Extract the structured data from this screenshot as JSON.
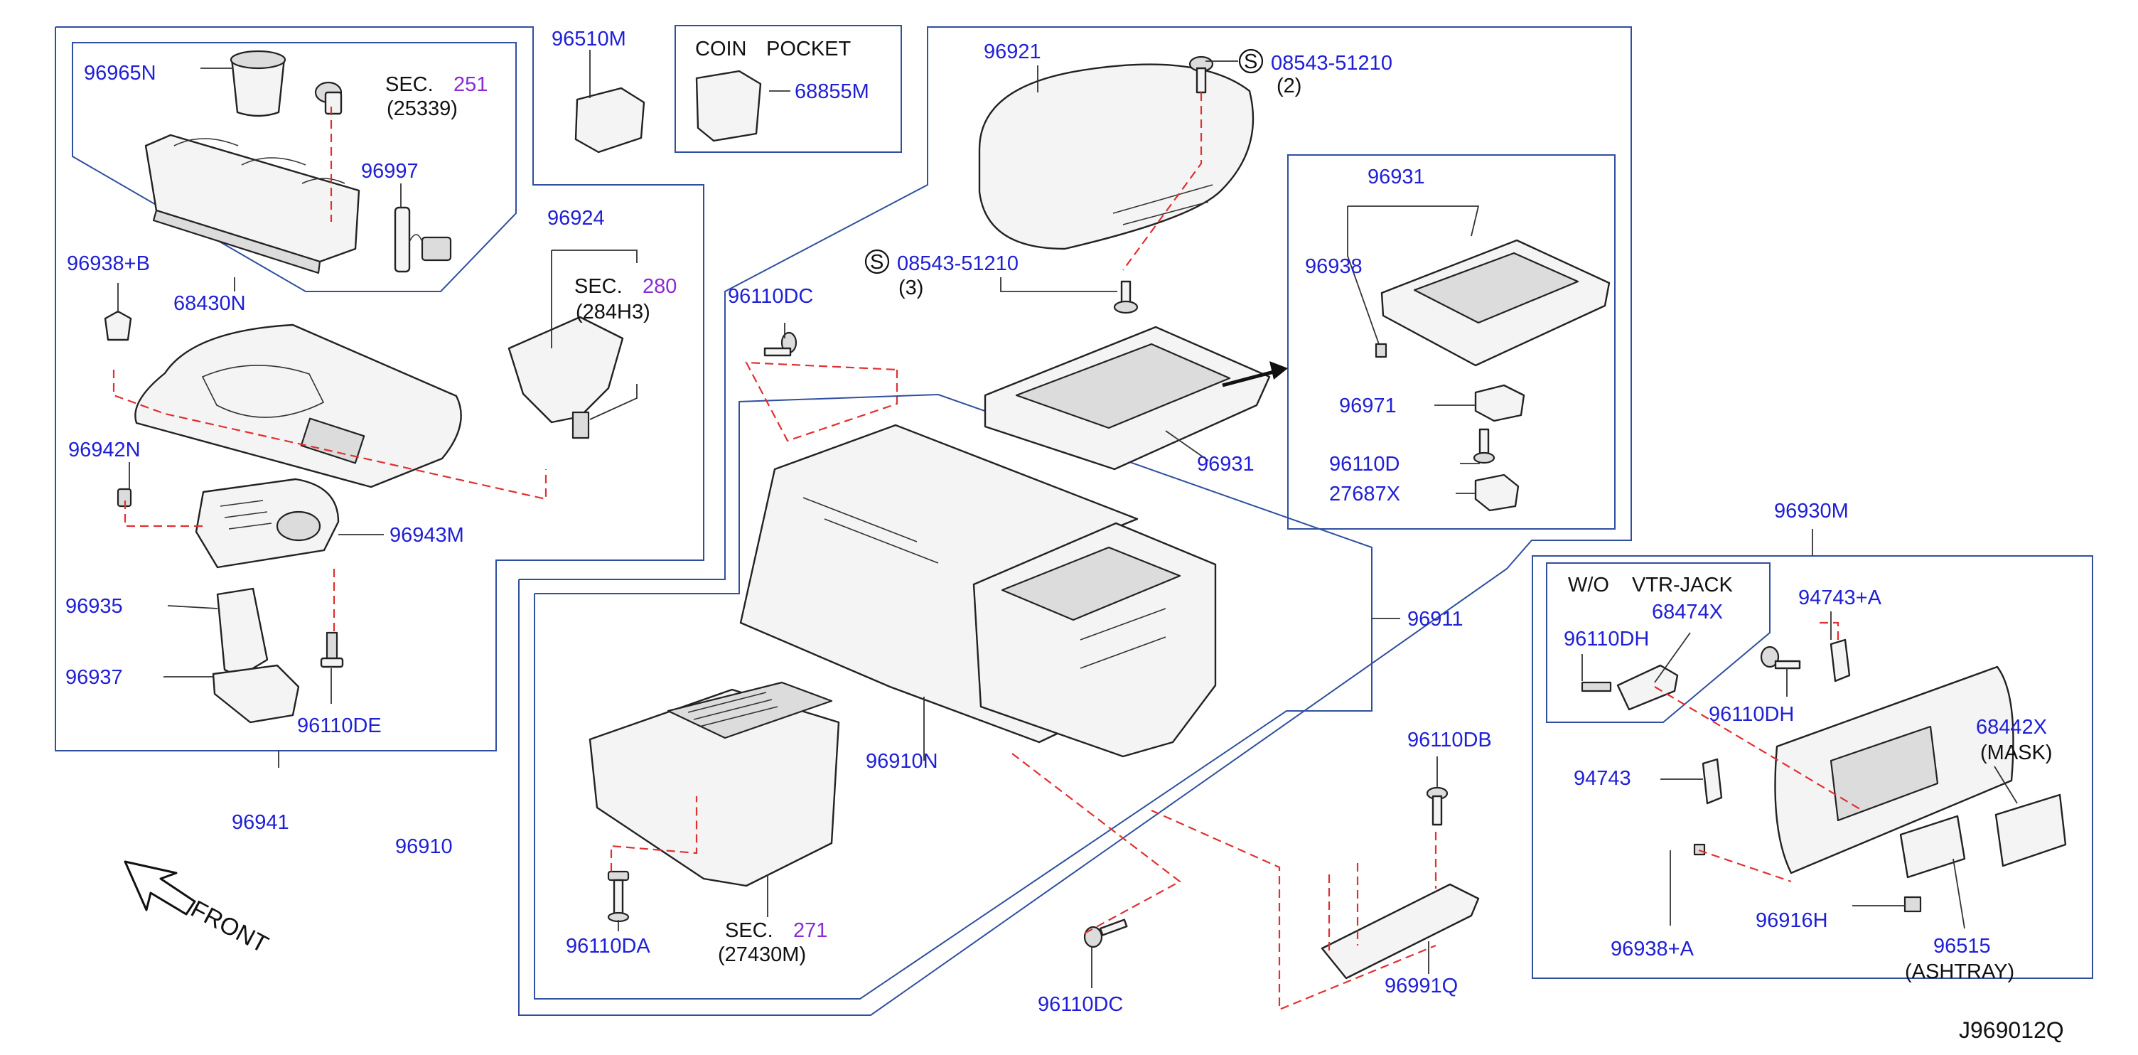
{
  "labels": {
    "p96965N": "96965N",
    "p68430N": "68430N",
    "p96997": "96997",
    "p96938B": "96938+B",
    "p96942N": "96942N",
    "p96943M": "96943M",
    "p96935": "96935",
    "p96937": "96937",
    "p96110DE": "96110DE",
    "p96941": "96941",
    "p96510M": "96510M",
    "p96924": "96924",
    "p68855M": "68855M",
    "p96921": "96921",
    "p96110DC_top": "96110DC",
    "p96931_mid": "96931",
    "p96931_box": "96931",
    "p96938": "96938",
    "p96971": "96971",
    "p96110D": "96110D",
    "p27687X": "27687X",
    "p96911": "96911",
    "p96910N": "96910N",
    "p96910": "96910",
    "p96110DA": "96110DA",
    "p96110DC_bot": "96110DC",
    "p96110DB": "96110DB",
    "p96991Q": "96991Q",
    "p96930M": "96930M",
    "p68474X": "68474X",
    "p96110DH_box": "96110DH",
    "p94743A": "94743+A",
    "p96110DH": "96110DH",
    "p94743": "94743",
    "p68442X": "68442X",
    "p96938A": "96938+A",
    "p96916H": "96916H",
    "p96515": "96515",
    "screw_top": "08543-51210",
    "screw_mid": "08543-51210"
  },
  "text": {
    "sec": "SEC.",
    "sec_251": "251",
    "ref_25339": "(25339)",
    "sec_280": "280",
    "ref_284H3": "(284H3)",
    "sec_271": "271",
    "ref_27430M": "(27430M)",
    "coin_pocket_1": "COIN",
    "coin_pocket_2": "POCKET",
    "qty_2": "(2)",
    "qty_3": "(3)",
    "s_mark": "S",
    "wo_1": "W/O",
    "wo_2": "VTR-JACK",
    "mask": "(MASK)",
    "ashtray": "(ASHTRAY)",
    "front": "FRONT",
    "diagram_code": "J969012Q"
  },
  "colors": {
    "part_number": "#1f1fd6",
    "section_ref": "#8a2bd6",
    "dashed_link": "#e03030",
    "frame": "#2f4f9f"
  }
}
